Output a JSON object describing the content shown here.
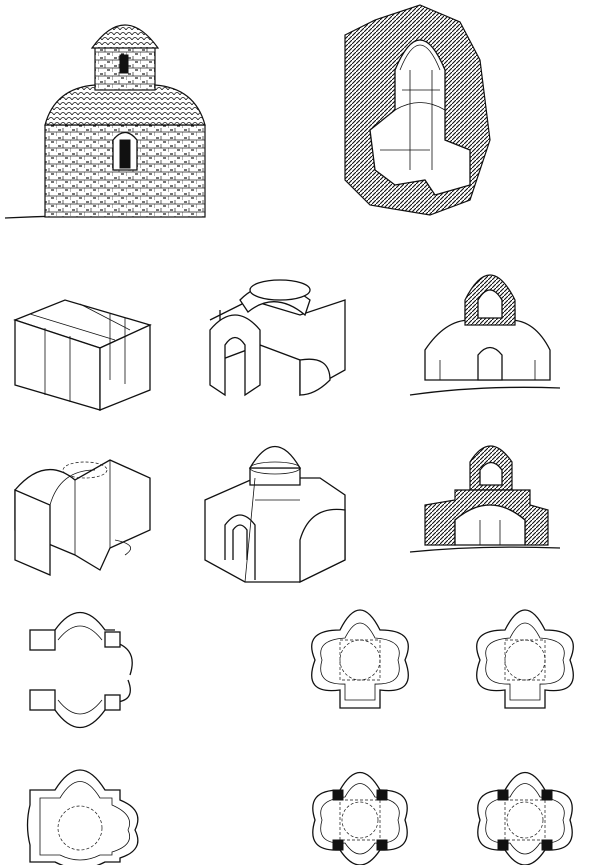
{
  "figure": {
    "ink_color": "#111111",
    "paper_color": "#ffffff",
    "panels": [
      {
        "id": "elevation-exterior"
      },
      {
        "id": "cutaway-section"
      },
      {
        "id": "axonometric-box-frame"
      },
      {
        "id": "axonometric-cross-vaults"
      },
      {
        "id": "section-elevation-1"
      },
      {
        "id": "axonometric-cross-domed"
      },
      {
        "id": "axonometric-domed-church"
      },
      {
        "id": "section-elevation-2"
      },
      {
        "id": "plan-open-trefoil"
      },
      {
        "id": "plan-quatrefoil-a"
      },
      {
        "id": "plan-quatrefoil-b"
      },
      {
        "id": "plan-trefoil-closed"
      },
      {
        "id": "plan-quatrefoil-c"
      },
      {
        "id": "plan-quatrefoil-d"
      }
    ]
  }
}
